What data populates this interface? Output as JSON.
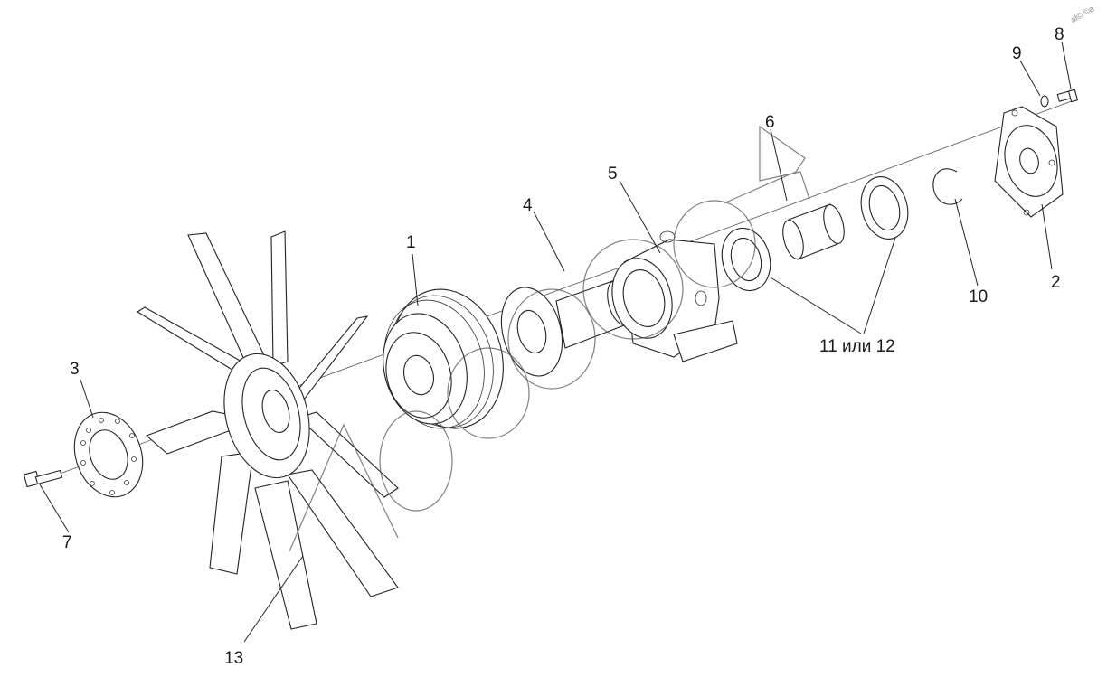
{
  "callouts": {
    "c1": "1",
    "c2": "2",
    "c3": "3",
    "c4": "4",
    "c5": "5",
    "c6": "6",
    "c7": "7",
    "c8": "8",
    "c9": "9",
    "c10": "10",
    "c11_12": "11 или 12",
    "c13": "13"
  },
  "watermark": {
    "corner_text": "al© ©a"
  }
}
